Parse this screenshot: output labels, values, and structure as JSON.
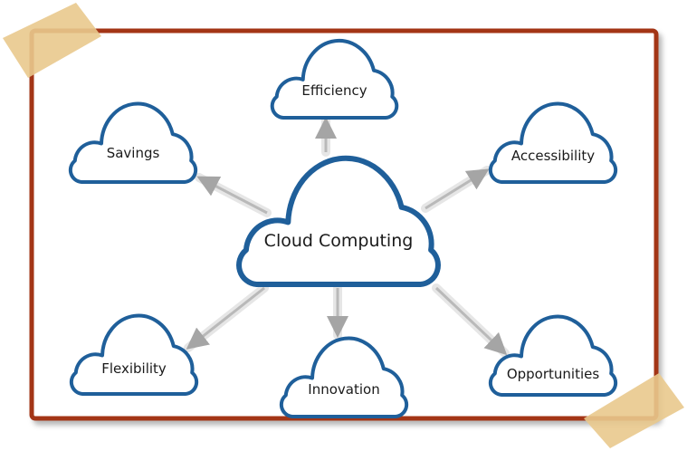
{
  "colors": {
    "frame": "#a33518",
    "cloud_stroke": "#1f5f9a",
    "cloud_fill": "#ffffff",
    "arrow": "#b9b9b9",
    "tape": "#e9c98d",
    "text": "#1a1a1a"
  },
  "center": {
    "label": "Cloud Computing"
  },
  "nodes": [
    {
      "id": "efficiency",
      "label": "Efficiency"
    },
    {
      "id": "savings",
      "label": "Savings"
    },
    {
      "id": "accessibility",
      "label": "Accessibility"
    },
    {
      "id": "flexibility",
      "label": "Flexibility"
    },
    {
      "id": "innovation",
      "label": "Innovation"
    },
    {
      "id": "opportunities",
      "label": "Opportunities"
    }
  ]
}
